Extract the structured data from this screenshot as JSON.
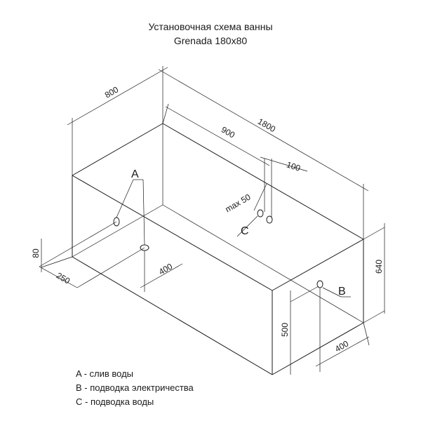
{
  "title": {
    "line1": "Установочная схема ванны",
    "line2": "Grenada 180x80"
  },
  "dimensions": {
    "width": "800",
    "length": "1800",
    "supply_from_end": "900",
    "supply_spacing": "100",
    "supply_height": "max 50",
    "panel_height": "80",
    "drain_side": "250",
    "drain_end": "400",
    "total_height": "640",
    "elec_height": "500",
    "elec_offset": "400"
  },
  "markers": {
    "a": "A",
    "b": "B",
    "c": "C"
  },
  "legend": [
    "A - слив воды",
    "B - подводка электричества",
    "C - подводка воды"
  ]
}
